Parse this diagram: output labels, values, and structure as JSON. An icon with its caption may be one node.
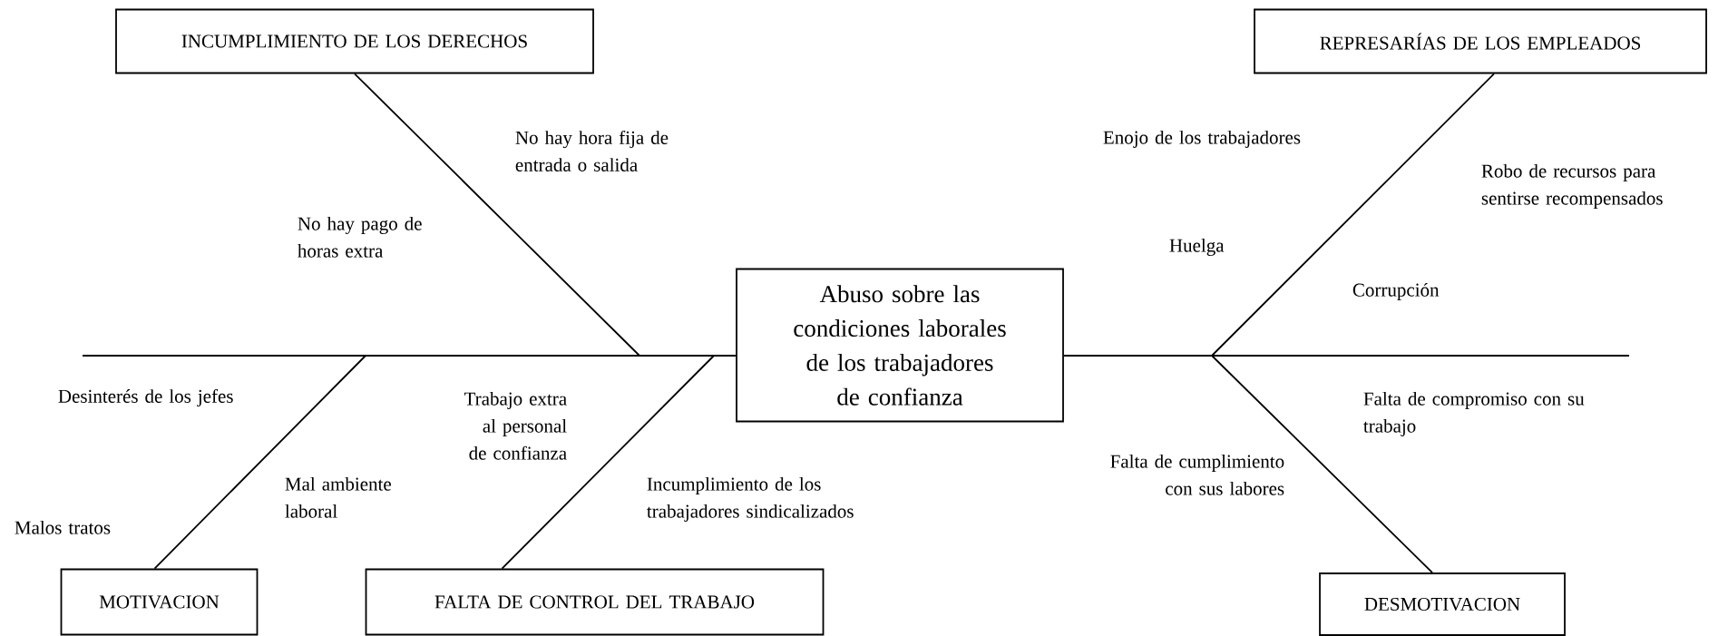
{
  "diagram": {
    "nodes": [
      {
        "text": [
          "INCUMPLIMIENTO DE LOS DERECHOS"
        ]
      },
      {
        "text": [
          "REPRESARÍAS DE LOS EMPLEADOS"
        ]
      },
      {
        "text": [
          "Abuso sobre las condiciones laborales de los trabajadores de confianza"
        ]
      },
      {
        "text": [
          "MOTIVACION"
        ]
      },
      {
        "text": [
          "FALTA DE CONTROL DEL TRABAJO"
        ]
      },
      {
        "text": [
          "DESMOTIVACION"
        ]
      }
    ],
    "edges": [
      {
        "from": 0,
        "to": 2,
        "arrow": "none"
      },
      {
        "from": 1,
        "to": 2,
        "arrow": "none"
      },
      {
        "from": 3,
        "to": 2,
        "arrow": "none"
      },
      {
        "from": 4,
        "to": 2,
        "arrow": "none"
      },
      {
        "from": 5,
        "to": 2,
        "arrow": "none"
      }
    ],
    "labels": [
      "No hay hora fija de entrada o salida",
      "No hay pago de horas extra",
      "Desinterés de los jefes",
      "Trabajo extra al personal de confianza",
      "Mal ambiente laboral",
      "Malos tratos",
      "Incumplimiento de los trabajadores sindicalizados",
      "Enojo de los trabajadores",
      "Robo de recursos para sentirse recompensados",
      "Huelga",
      "Corrupción",
      "Falta de compromiso con su trabajo",
      "Falta de cumplimiento con sus labores"
    ]
  }
}
